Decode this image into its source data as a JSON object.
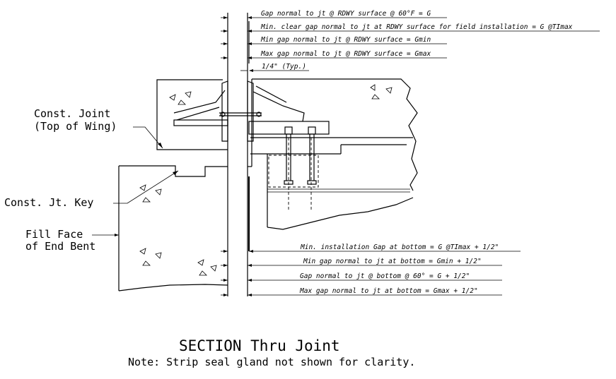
{
  "dimension_labels_top": [
    "Gap normal to jt @ RDWY surface @ 60°F = G",
    "Min. clear gap normal to jt at RDWY surface for field installation = G @TImax",
    "Min gap normal to jt @ RDWY surface = Gmin",
    "Max gap normal to jt @ RDWY surface = Gmax",
    "1/4\" (Typ.)"
  ],
  "dimension_labels_bottom": [
    "Min. installation Gap at bottom = G @TImax + 1/2\"",
    "Min gap normal to jt at bottom = Gmin + 1/2\"",
    "Gap normal to jt @ bottom @ 60° = G + 1/2\"",
    "Max gap normal to jt at bottom = Gmax + 1/2\""
  ],
  "callouts": {
    "const_joint_line1": "Const. Joint",
    "const_joint_line2": "(Top of Wing)",
    "const_jt_key": "Const. Jt. Key",
    "fill_face_line1": "Fill Face",
    "fill_face_line2": "of End Bent"
  },
  "title": "SECTION Thru Joint",
  "note": "Note: Strip seal gland not shown for clarity."
}
